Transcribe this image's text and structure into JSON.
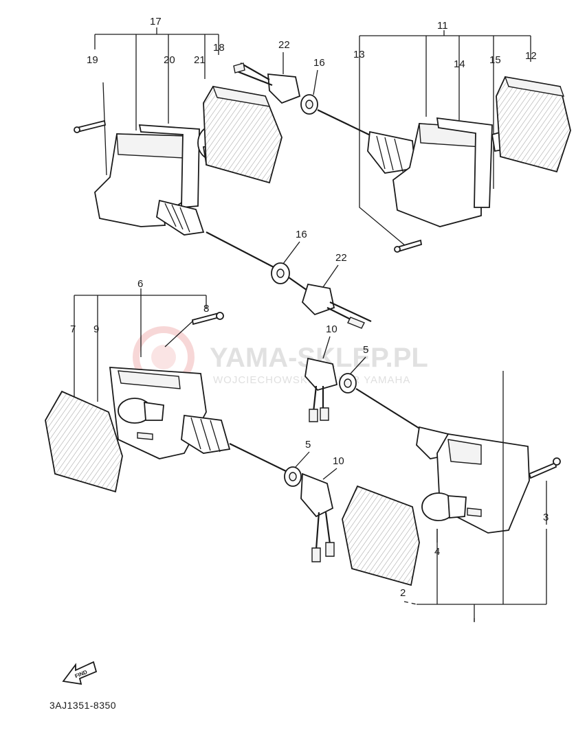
{
  "watermark": {
    "brand": "YAMA-SKLEP.PL",
    "tagline": "WOJCIECHOWSKI DEALER YAMAHA"
  },
  "diagram": {
    "callouts": {
      "p2": "2",
      "p3": "3",
      "p4": "4",
      "p5a": "5",
      "p5b": "5",
      "p6": "6",
      "p7": "7",
      "p8": "8",
      "p9": "9",
      "p10a": "10",
      "p10b": "10",
      "p11": "11",
      "p12": "12",
      "p13": "13",
      "p14": "14",
      "p15": "15",
      "p16a": "16",
      "p16b": "16",
      "p17": "17",
      "p18": "18",
      "p19": "19",
      "p20": "20",
      "p21": "21",
      "p22a": "22",
      "p22b": "22"
    },
    "find_badge": "FIND",
    "drawing_code": "3AJ1351-8350"
  }
}
